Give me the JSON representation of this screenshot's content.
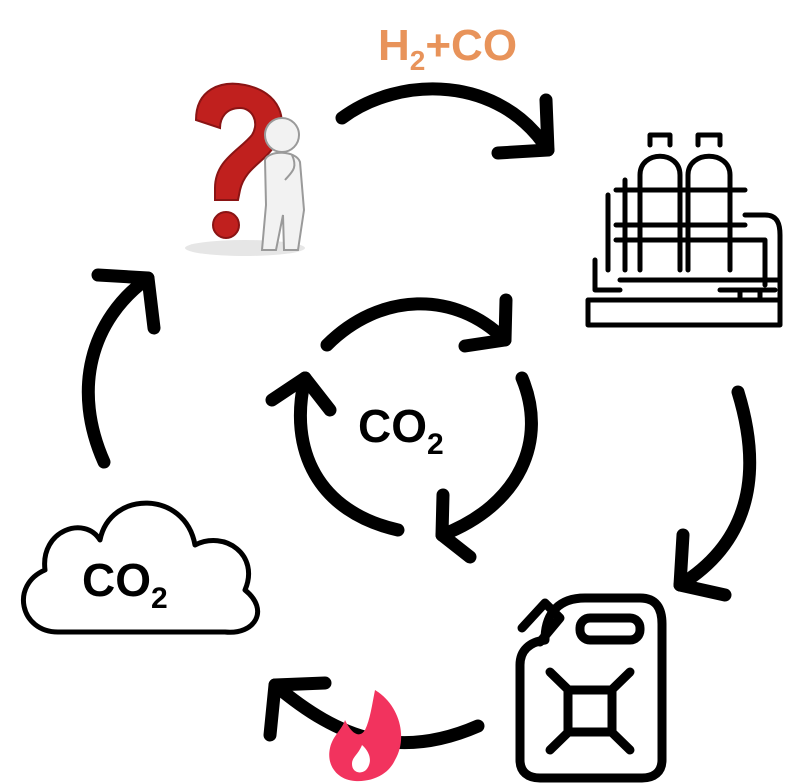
{
  "syngas_label": {
    "h": "H",
    "sub": "2",
    "rest": "+CO",
    "color": "#E8935A"
  },
  "center_label": {
    "main": "CO",
    "sub": "2"
  },
  "cloud_label": {
    "main": "CO",
    "sub": "2"
  },
  "colors": {
    "question_mark": "#C0201E",
    "flame": "#F2335E",
    "stroke": "#000000"
  }
}
